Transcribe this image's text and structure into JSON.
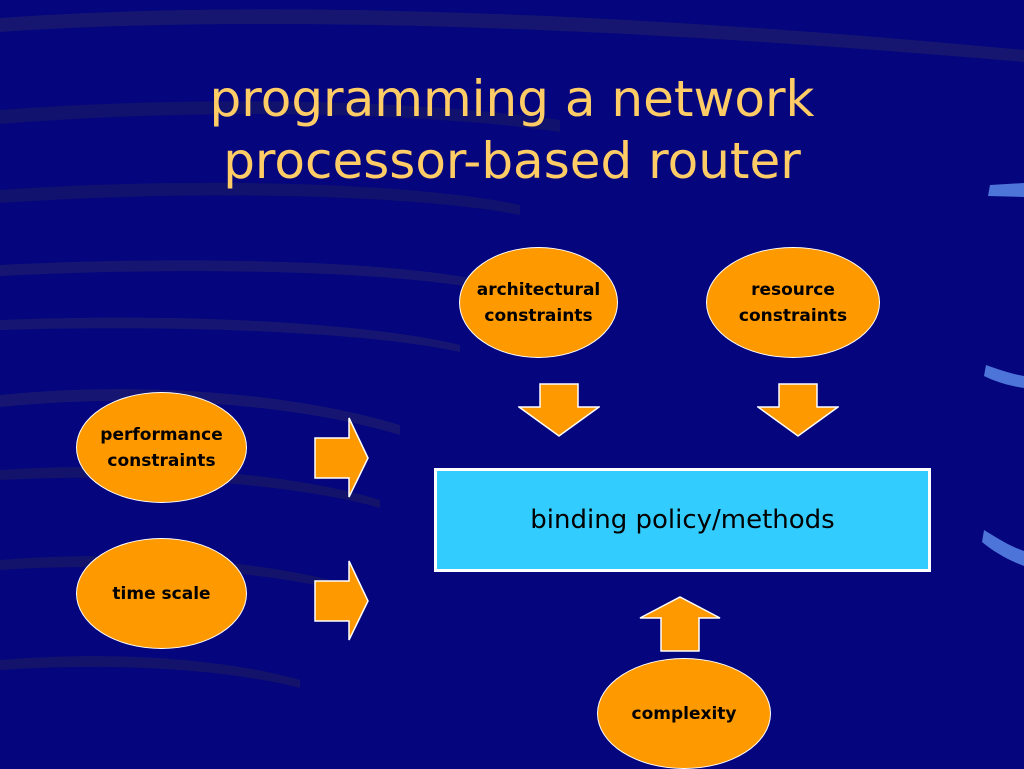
{
  "slide": {
    "title_lines": [
      "programming a network",
      "processor-based router"
    ],
    "background_color": "#05057d",
    "title_color": "#ffcc66",
    "oval_color": "#ff9900",
    "box_color": "#33ccff"
  },
  "diagram": {
    "center_box": "binding policy/methods",
    "nodes": {
      "architectural": [
        "architectural",
        "constraints"
      ],
      "resource": [
        "resource",
        "constraints"
      ],
      "performance": [
        "performance",
        "constraints"
      ],
      "time_scale": [
        "time scale"
      ],
      "complexity": [
        "complexity"
      ]
    },
    "edges": [
      {
        "from": "architectural",
        "to": "binding policy/methods"
      },
      {
        "from": "resource",
        "to": "binding policy/methods"
      },
      {
        "from": "performance",
        "to": "binding policy/methods"
      },
      {
        "from": "time scale",
        "to": "binding policy/methods"
      },
      {
        "from": "complexity",
        "to": "binding policy/methods"
      }
    ]
  }
}
